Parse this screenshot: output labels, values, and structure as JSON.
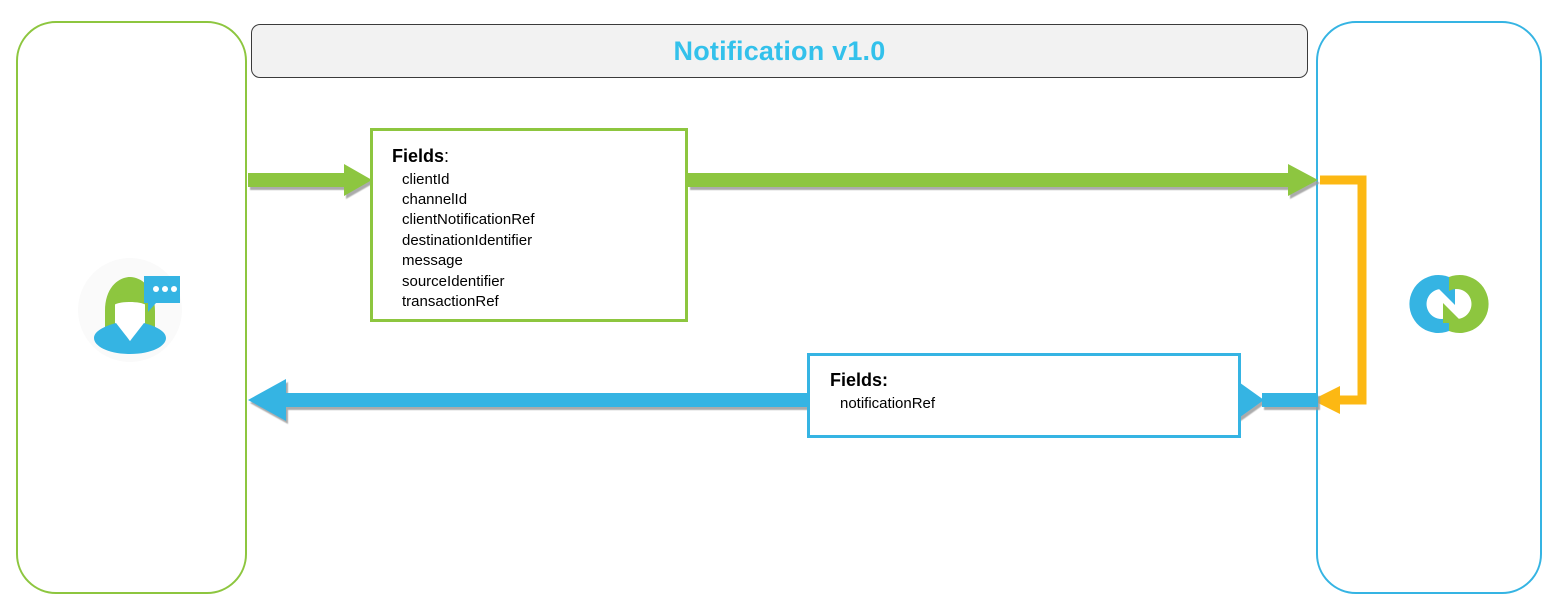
{
  "title": {
    "text": "Notification v1.0",
    "color": "#33C1EB"
  },
  "actors": {
    "client": {
      "name": "client-actor",
      "icon": "person-with-chat-bubble-icon",
      "border_color": "#8DC63F"
    },
    "service": {
      "name": "service-actor",
      "icon": "interlocking-rings-logo",
      "border_color": "#35B4E3"
    }
  },
  "request": {
    "heading": "Fields",
    "heading_suffix": ":",
    "fields": [
      "clientId",
      "channelId",
      "clientNotificationRef",
      "destinationIdentifier",
      "message",
      "sourceIdentifier",
      "transactionRef"
    ],
    "arrow_color": "#8DC63F",
    "direction": "client-to-service"
  },
  "response": {
    "heading": "Fields:",
    "fields": [
      "notificationRef"
    ],
    "arrow_color": "#35B4E3",
    "direction": "service-to-client"
  },
  "internal_link": {
    "name": "service-internal-processing",
    "color": "#FCB813"
  },
  "palette": {
    "green": "#8DC63F",
    "blue": "#35B4E3",
    "cyan_title": "#33C1EB",
    "yellow": "#FCB813",
    "banner_bg": "#F2F2F2",
    "banner_border": "#3B3B3B",
    "shadow": "#A6A6A6"
  }
}
